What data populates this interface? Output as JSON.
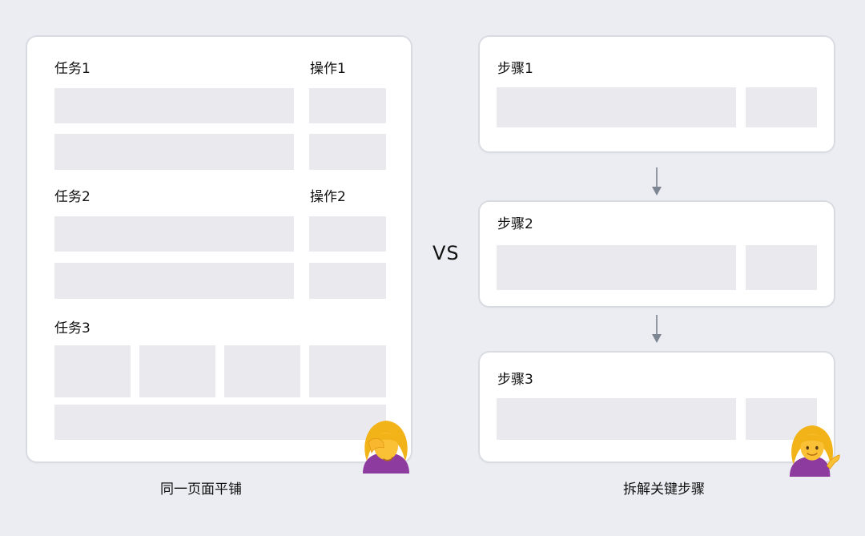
{
  "left_panel": {
    "caption": "同一页面平铺",
    "sections": [
      {
        "title": "任务1",
        "action": "操作1"
      },
      {
        "title": "任务2",
        "action": "操作2"
      },
      {
        "title": "任务3"
      }
    ]
  },
  "divider": {
    "label": "VS"
  },
  "right_panel": {
    "caption": "拆解关键步骤",
    "steps": [
      {
        "title": "步骤1"
      },
      {
        "title": "步骤2"
      },
      {
        "title": "步骤3"
      }
    ]
  },
  "icons": {
    "left_emoji": "woman-facepalming-icon",
    "right_emoji": "woman-tipping-hand-icon",
    "arrow": "arrow-down-icon"
  },
  "colors": {
    "background": "#ecedf2",
    "card": "#ffffff",
    "placeholder_block": "#e9e9ee",
    "arrow": "#7d8593",
    "emoji_shirt": "#8e3ba0",
    "emoji_hair": "#f2b318"
  }
}
